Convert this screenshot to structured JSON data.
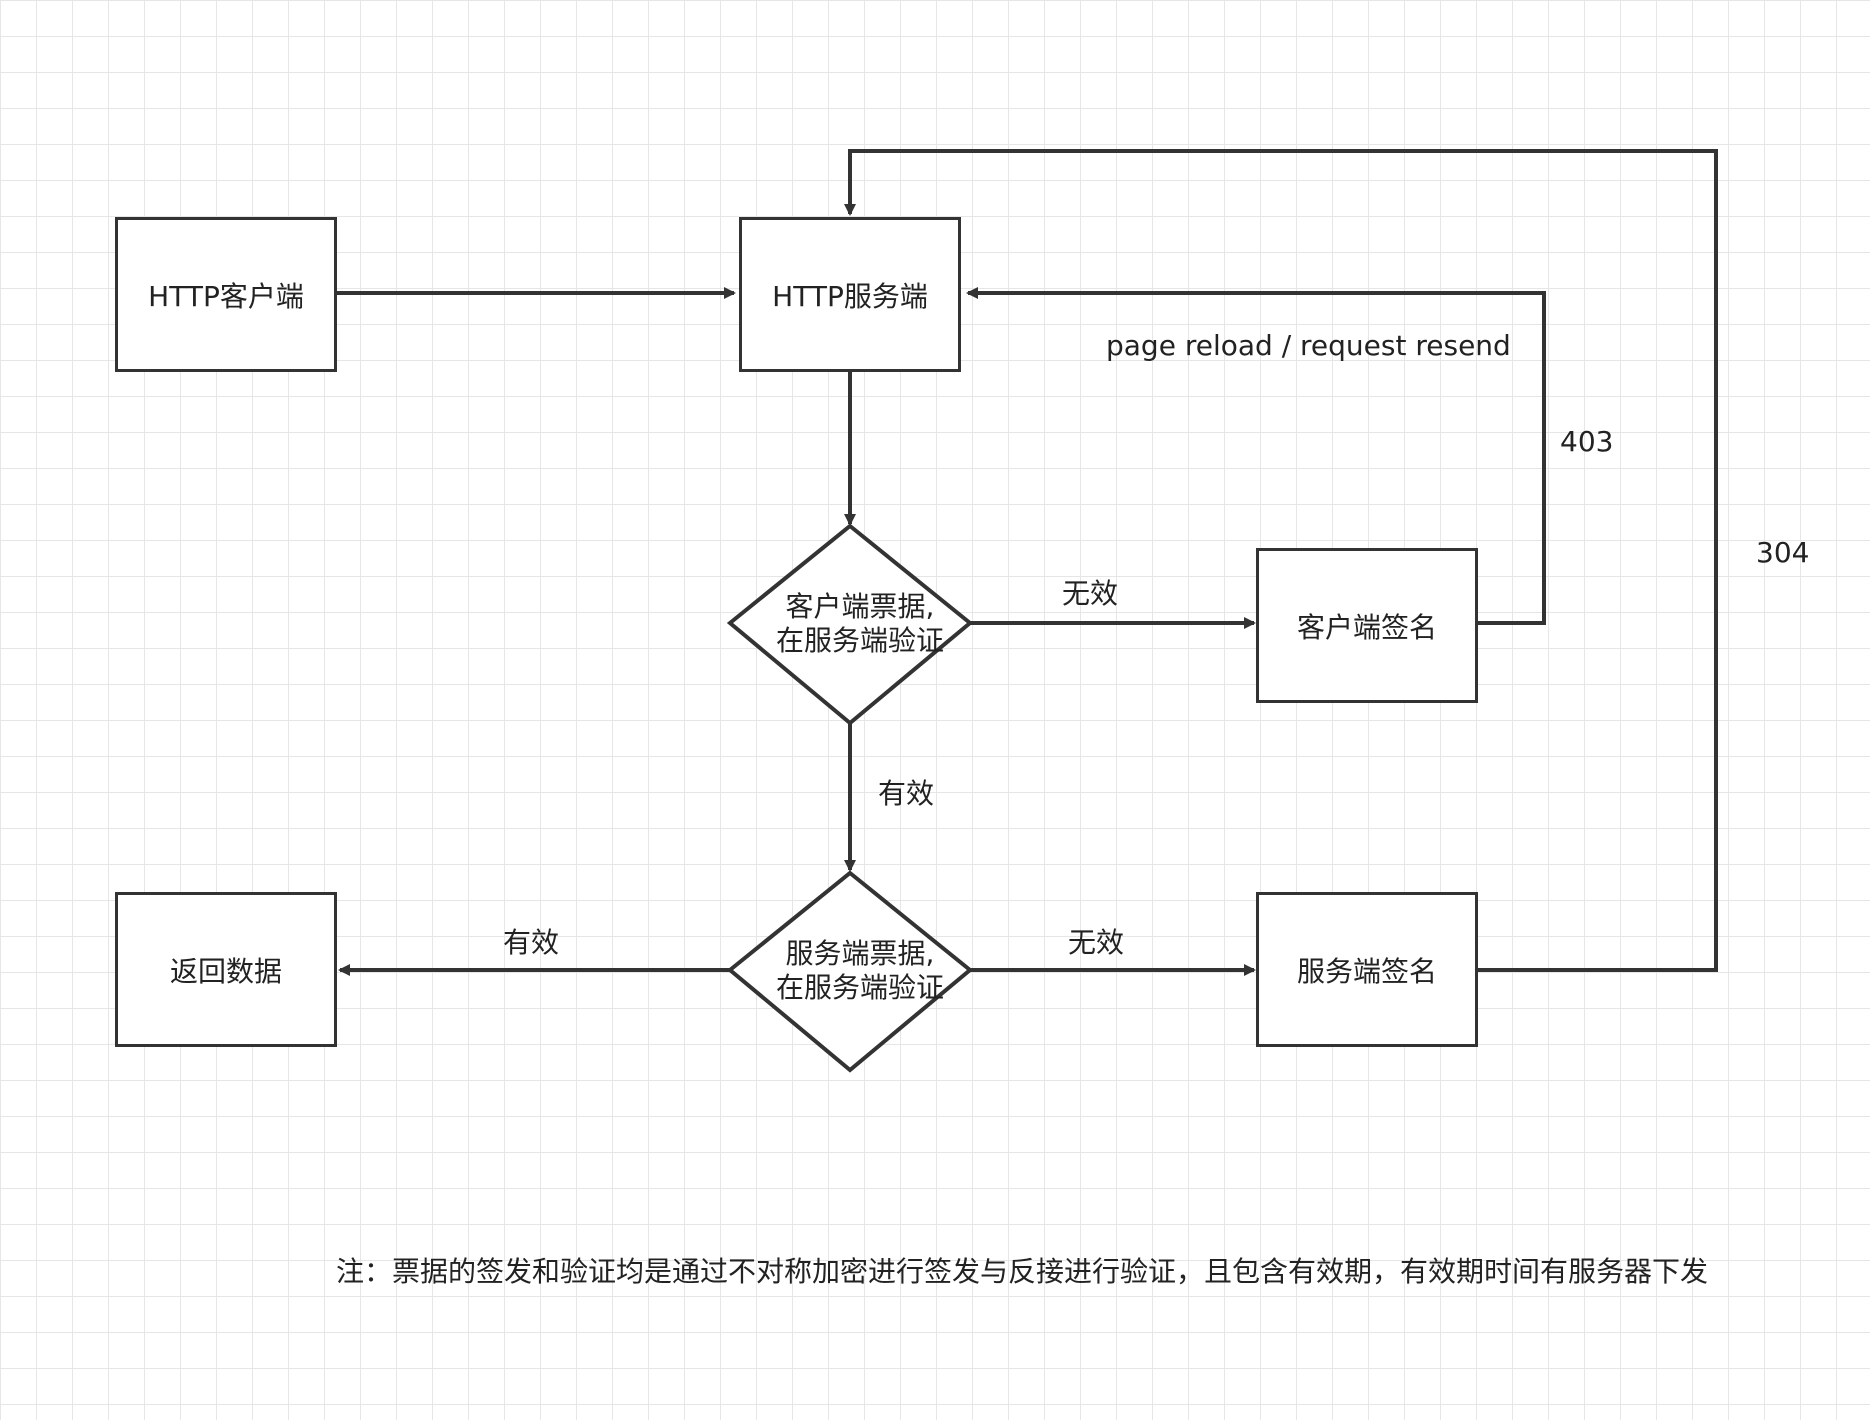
{
  "nodes": {
    "http_client": "HTTP客户端",
    "http_server": "HTTP服务端",
    "client_ticket_check_line1": "客户端票据,",
    "client_ticket_check_line2": "在服务端验证",
    "client_sign": "客户端签名",
    "server_ticket_check_line1": "服务端票据,",
    "server_ticket_check_line2": "在服务端验证",
    "server_sign": "服务端签名",
    "return_data": "返回数据"
  },
  "edge_labels": {
    "reload": "page reload / request resend",
    "code_403": "403",
    "code_304": "304",
    "client_invalid": "无效",
    "client_valid": "有效",
    "server_valid": "有效",
    "server_invalid": "无效"
  },
  "note": "注：票据的签发和验证均是通过不对称加密进行签发与反接进行验证，且包含有效期，有效期时间有服务器下发",
  "colors": {
    "stroke": "#333333",
    "grid": "#e6e6e6",
    "text": "#222222"
  }
}
